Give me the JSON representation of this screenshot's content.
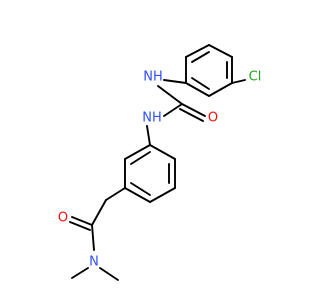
{
  "molecule": {
    "colors": {
      "bond": "#000000",
      "nitrogen": "#3050F8",
      "oxygen": "#FF0D0D",
      "chlorine": "#1FAA1F",
      "background": "#FFFFFF"
    },
    "labels": {
      "nh_top": "NH",
      "nh_middle": "NH",
      "carbonyl_oxygen_urea": "O",
      "chlorine": "Cl",
      "carbonyl_oxygen_amide": "O",
      "amide_nitrogen": "N"
    }
  }
}
